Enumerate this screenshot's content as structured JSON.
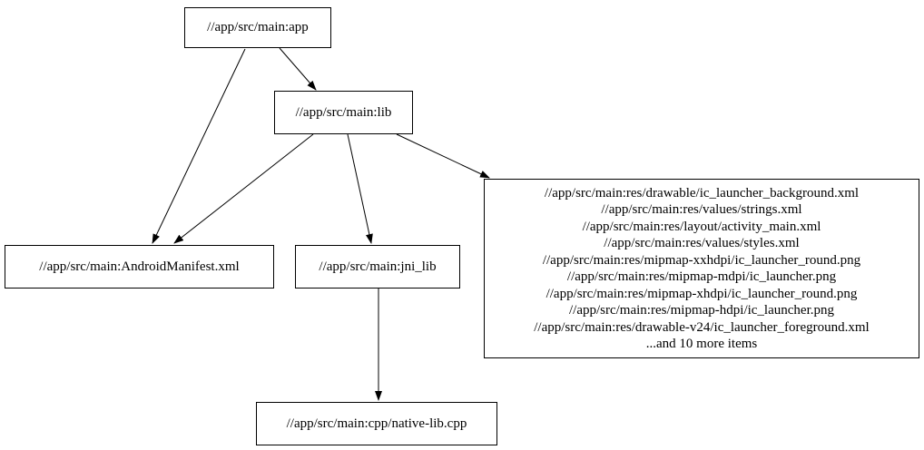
{
  "diagram": {
    "type": "dependency-graph",
    "background_color": "#ffffff",
    "node_border_color": "#000000",
    "edge_color": "#000000",
    "text_color": "#000000",
    "nodes": {
      "app": {
        "label": "//app/src/main:app"
      },
      "lib": {
        "label": "//app/src/main:lib"
      },
      "manifest": {
        "label": "//app/src/main:AndroidManifest.xml"
      },
      "jni_lib": {
        "label": "//app/src/main:jni_lib"
      },
      "cpp": {
        "label": "//app/src/main:cpp/native-lib.cpp"
      },
      "res": {
        "lines": [
          "//app/src/main:res/drawable/ic_launcher_background.xml",
          "//app/src/main:res/values/strings.xml",
          "//app/src/main:res/layout/activity_main.xml",
          "//app/src/main:res/values/styles.xml",
          "//app/src/main:res/mipmap-xxhdpi/ic_launcher_round.png",
          "//app/src/main:res/mipmap-mdpi/ic_launcher.png",
          "//app/src/main:res/mipmap-xhdpi/ic_launcher_round.png",
          "//app/src/main:res/mipmap-hdpi/ic_launcher.png",
          "//app/src/main:res/drawable-v24/ic_launcher_foreground.xml",
          "...and 10 more items"
        ]
      }
    },
    "edges": [
      {
        "from": "app",
        "to": "lib"
      },
      {
        "from": "app",
        "to": "manifest"
      },
      {
        "from": "lib",
        "to": "manifest"
      },
      {
        "from": "lib",
        "to": "jni_lib"
      },
      {
        "from": "lib",
        "to": "res"
      },
      {
        "from": "jni_lib",
        "to": "cpp"
      }
    ]
  }
}
